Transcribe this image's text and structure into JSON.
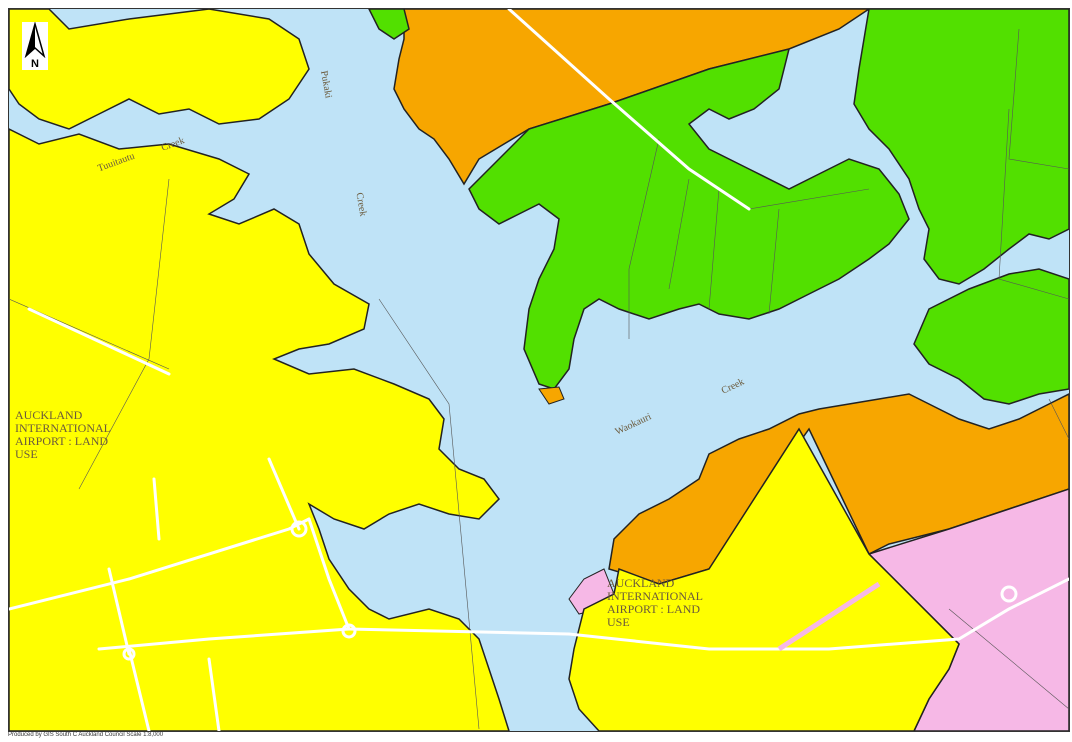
{
  "map": {
    "creek_labels": {
      "pukaki": "Pukaki",
      "creek_pukaki": "Creek",
      "tuutauru": "Tuuitautu",
      "creek_tuutauru": "Creek",
      "waokauri": "Waokauri",
      "creek_waokauri": "Creek"
    },
    "zones": {
      "airport_west": "AUCKLAND INTERNATIONAL AIRPORT : LAND USE",
      "airport_south": "AUCKLAND INTERNATIONAL AIRPORT : LAND USE"
    },
    "north": "N",
    "footer": "Produced by GIS South C Auckland Council  Scale 1:8,000",
    "colors": {
      "water": "#bfe3f7",
      "yellow_zone": "#ffff00",
      "orange_zone": "#f7a600",
      "green_zone": "#52e000",
      "pink_zone": "#f6b8e6",
      "road": "#ffffff"
    }
  }
}
